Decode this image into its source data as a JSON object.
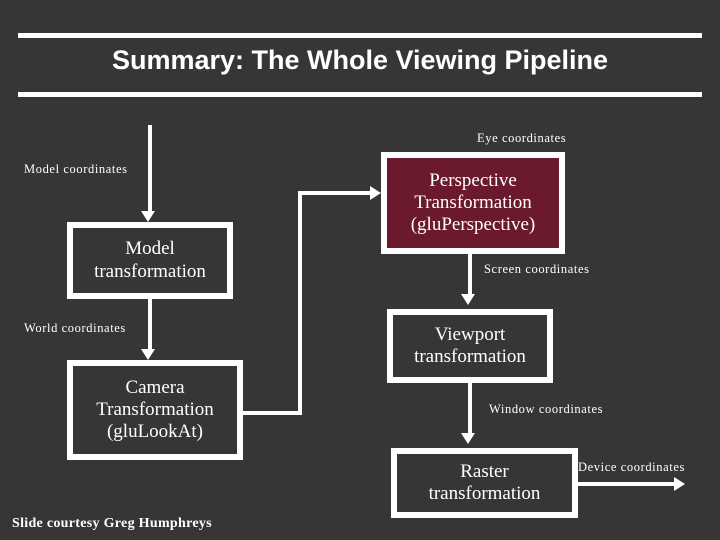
{
  "slide": {
    "title": "Summary: The Whole Viewing Pipeline",
    "credit": "Slide courtesy Greg Humphreys",
    "background_color": "#363636",
    "text_color": "#ffffff",
    "accent_color": "#6b1a2e"
  },
  "boxes": {
    "model": {
      "line1": "Model",
      "line2": "transformation"
    },
    "camera": {
      "line1": "Camera",
      "line2": "Transformation",
      "line3": "(gluLookAt)"
    },
    "perspective": {
      "line1": "Perspective",
      "line2": "Transformation",
      "line3": "(gluPerspective)"
    },
    "viewport": {
      "line1": "Viewport",
      "line2": "transformation"
    },
    "raster": {
      "line1": "Raster",
      "line2": "transformation"
    }
  },
  "labels": {
    "model_coordinates": "Model coordinates",
    "world_coordinates": "World coordinates",
    "eye_coordinates": "Eye coordinates",
    "screen_coordinates": "Screen coordinates",
    "window_coordinates": "Window coordinates",
    "device_coordinates": "Device coordinates"
  }
}
